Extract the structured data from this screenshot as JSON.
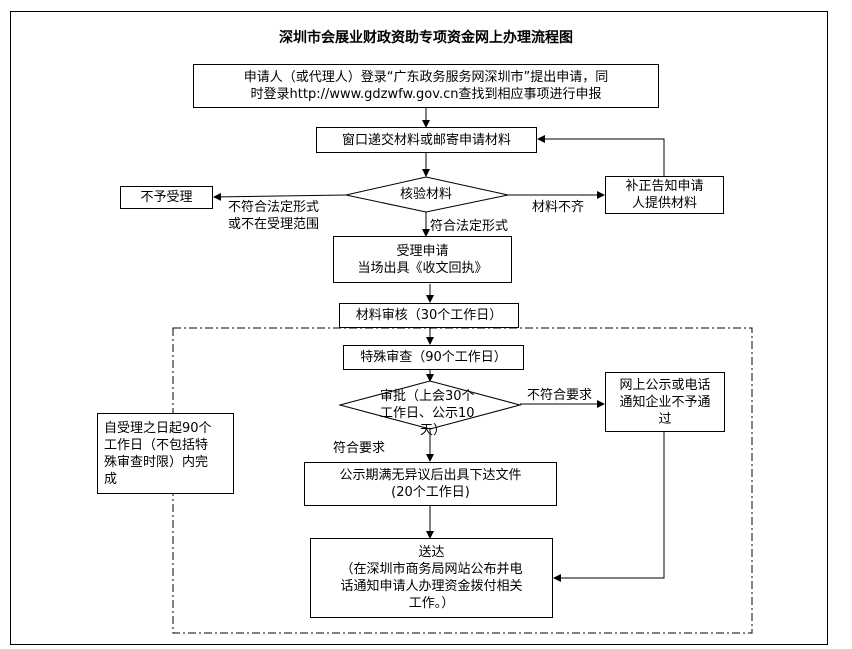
{
  "title": "深圳市会展业财政资助专项资金网上办理流程图",
  "nodes": {
    "apply": {
      "lines": [
        "申请人（或代理人）登录“广东政务服务网深圳市”提出申请，同",
        "时登录http://www.gdzwfw.gov.cn查找到相应事项进行申报"
      ]
    },
    "submit": {
      "text": "窗口递交材料或邮寄申请材料"
    },
    "verify": {
      "text": "核验材料"
    },
    "reject": {
      "text": "不予受理"
    },
    "supplement": {
      "lines": [
        "补正告知申请",
        "人提供材料"
      ]
    },
    "accept": {
      "lines": [
        "受理申请",
        "当场出具《收文回执》"
      ]
    },
    "review": {
      "text": "材料审核（30个工作日）"
    },
    "special": {
      "text": "特殊审查（90个工作日）"
    },
    "approve": {
      "lines": [
        "审批（上会30个",
        "工作日、公示10",
        "天）"
      ]
    },
    "notify_fail": {
      "lines": [
        "网上公示或电话",
        "通知企业不予通",
        "过"
      ]
    },
    "publicize": {
      "lines": [
        "公示期满无异议后出具下达文件",
        "(20个工作日)"
      ]
    },
    "deliver": {
      "lines": [
        "送达",
        "（在深圳市商务局网站公布并电",
        "话通知申请人办理资金拨付相关",
        "工作。）"
      ]
    },
    "note": {
      "lines": [
        "自受理之日起90个",
        "工作日（不包括特",
        "殊审查时限）内完",
        "成"
      ]
    }
  },
  "labels": {
    "not_legal_1": "不符合法定形式",
    "not_legal_2": "或不在受理范围",
    "legal": "符合法定形式",
    "incomplete": "材料不齐",
    "not_meet": "不符合要求",
    "meet": "符合要求"
  }
}
